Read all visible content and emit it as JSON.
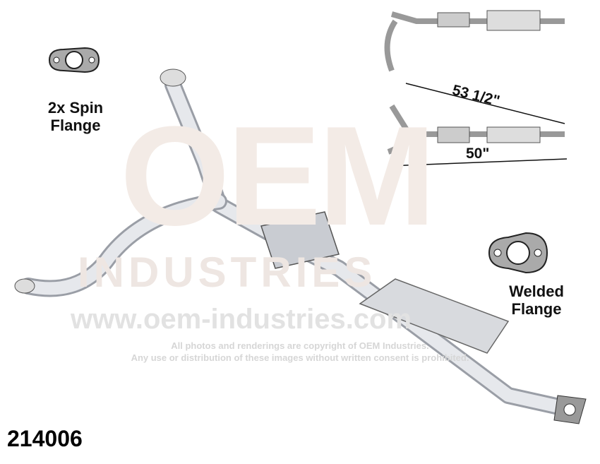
{
  "watermark": {
    "brand": "OEM",
    "subtitle": "INDUSTRIES",
    "url": "www.oem-industries.com",
    "copyright_line1": "All photos and renderings are copyright of OEM Industries.",
    "copyright_line2": "Any use or distribution of these images without written consent is prohibited."
  },
  "labels": {
    "spin_flange": "2x Spin Flange",
    "welded_flange": "Welded Flange",
    "dimension_long": "53 1/2\"",
    "dimension_short": "50\""
  },
  "part_number": "214006",
  "colors": {
    "pipe": "#e4e6ea",
    "pipe_shade": "#a9adb4",
    "watermark": "#f3ebe6"
  }
}
